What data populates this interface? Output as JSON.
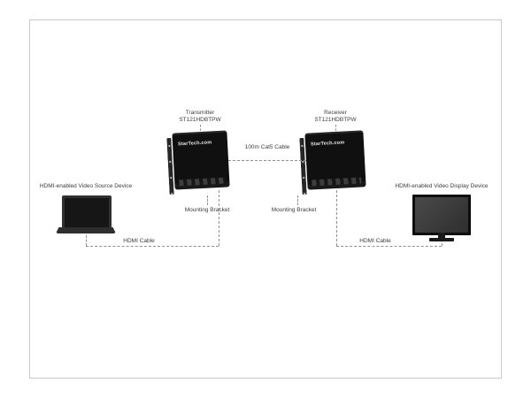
{
  "diagram": {
    "source_device": {
      "label": "HDMI-enabled Video Source Device"
    },
    "display_device": {
      "label": "HDMI-enabled Video Display Device"
    },
    "transmitter": {
      "title": "Transmitter",
      "model": "ST121HDBTPW",
      "brand": "StarTech.com"
    },
    "receiver": {
      "title": "Receiver",
      "model": "ST121HDBTPW",
      "brand": "StarTech.com"
    },
    "cables": {
      "cat5_label": "100m Cat5 Cable",
      "hdmi_left_label": "HDMI Cable",
      "hdmi_right_label": "HDMI Cable"
    },
    "brackets": {
      "left_label": "Mounting Bracket",
      "right_label": "Mounting Bracket"
    },
    "colors": {
      "device_body": "#101010",
      "dashed_line": "#909090",
      "label_text": "#3c3c3c",
      "frame_border": "#c9c9c9"
    }
  }
}
